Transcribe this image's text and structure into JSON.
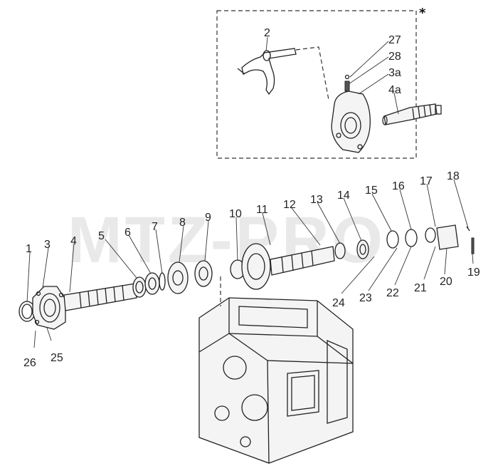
{
  "watermark": "MTZ-PRO",
  "inset_marker": "*",
  "callouts": {
    "c2": "2",
    "c27": "27",
    "c28": "28",
    "c3a": "3a",
    "c4a": "4a",
    "c1": "1",
    "c3": "3",
    "c4": "4",
    "c5": "5",
    "c6": "6",
    "c7": "7",
    "c8": "8",
    "c9": "9",
    "c10": "10",
    "c11": "11",
    "c12": "12",
    "c13": "13",
    "c14": "14",
    "c15": "15",
    "c16": "16",
    "c17": "17",
    "c18": "18",
    "c19": "19",
    "c20": "20",
    "c21": "21",
    "c22": "22",
    "c23": "23",
    "c24": "24",
    "c25": "25",
    "c26": "26"
  }
}
